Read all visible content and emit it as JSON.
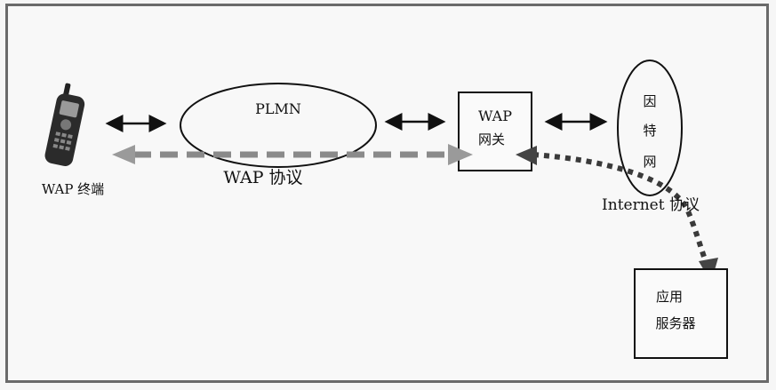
{
  "nodes": {
    "terminal": {
      "label": "WAP 终端"
    },
    "plmn": {
      "label": "PLMN"
    },
    "gateway": {
      "line1": "WAP",
      "line2": "网关"
    },
    "internet": {
      "line1": "因",
      "line2": "特",
      "line3": "网"
    },
    "server": {
      "line1": "应用",
      "line2": "服务器"
    }
  },
  "protocols": {
    "wap": "WAP 协议",
    "internet": "Internet 协议"
  },
  "colors": {
    "line": "#111111",
    "dashed_flow": "#8a8a8a",
    "dotted_flow": "#3a3a3a",
    "phone": "#2a2a2a"
  }
}
